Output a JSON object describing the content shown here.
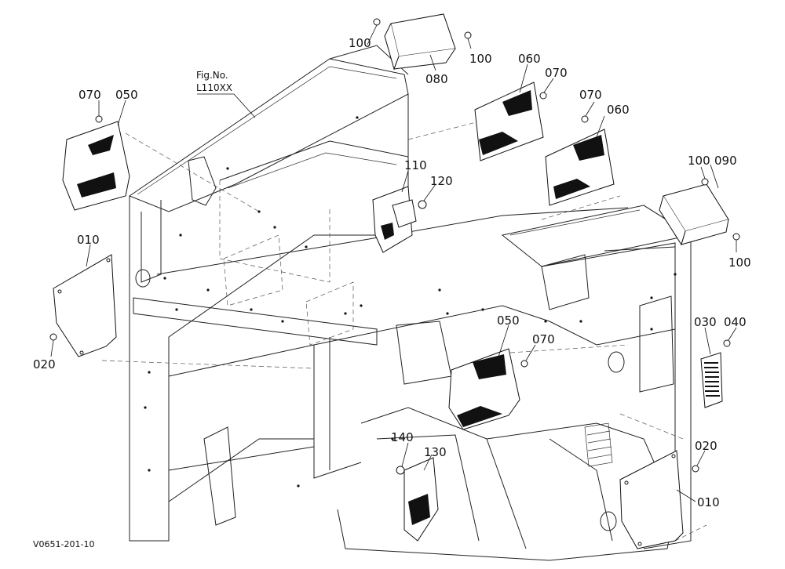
{
  "figure_ref": {
    "line1": "Fig.No.",
    "line2": "L110XX"
  },
  "doc_id": "V0651-201-10",
  "callouts": {
    "c100a": "100",
    "c100b": "100",
    "c080": "080",
    "c060a": "060",
    "c070a": "070",
    "c070b": "070",
    "c060b": "060",
    "c070c": "070",
    "c050a": "050",
    "c110": "110",
    "c120": "120",
    "c100c": "100",
    "c090": "090",
    "c100d": "100",
    "c010a": "010",
    "c020a": "020",
    "c050b": "050",
    "c070d": "070",
    "c030": "030",
    "c040": "040",
    "c140": "140",
    "c130": "130",
    "c020b": "020",
    "c010b": "010"
  }
}
